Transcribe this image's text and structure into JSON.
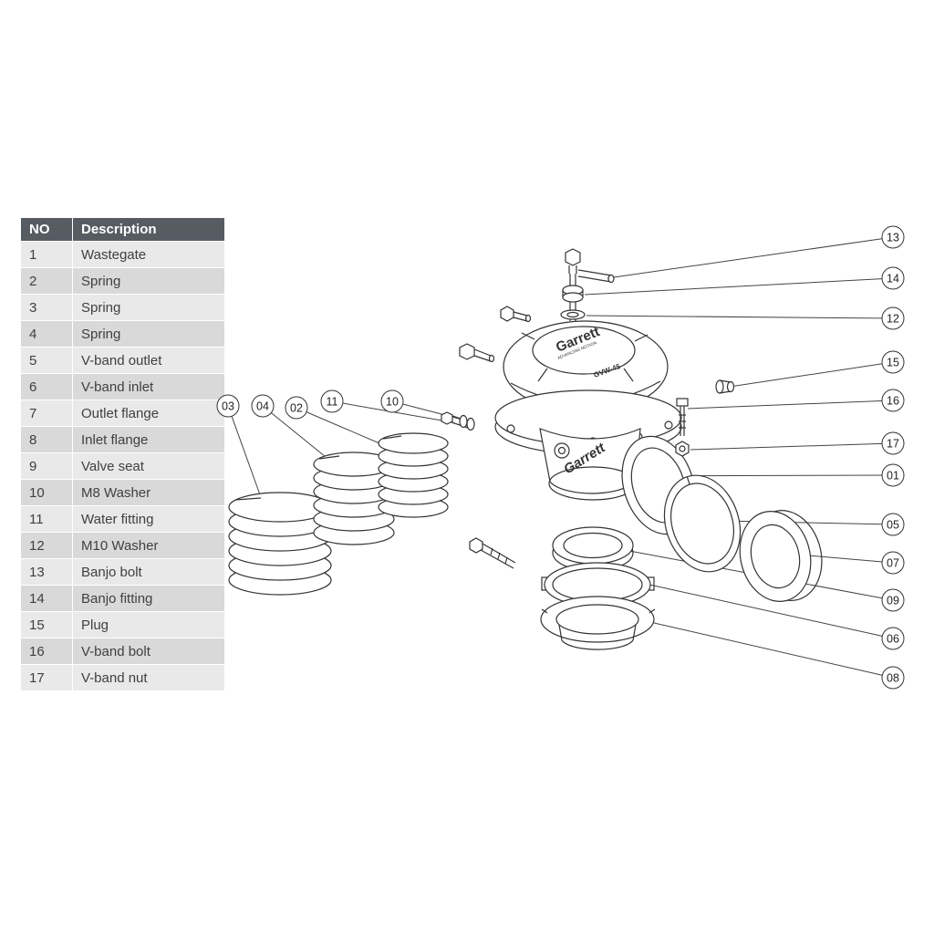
{
  "table": {
    "headers": [
      "NO",
      "Description"
    ],
    "rows": [
      {
        "no": "1",
        "desc": "Wastegate"
      },
      {
        "no": "2",
        "desc": "Spring"
      },
      {
        "no": "3",
        "desc": "Spring"
      },
      {
        "no": "4",
        "desc": "Spring"
      },
      {
        "no": "5",
        "desc": "V-band outlet"
      },
      {
        "no": "6",
        "desc": "V-band inlet"
      },
      {
        "no": "7",
        "desc": "Outlet flange"
      },
      {
        "no": "8",
        "desc": "Inlet flange"
      },
      {
        "no": "9",
        "desc": "Valve seat"
      },
      {
        "no": "10",
        "desc": "M8 Washer"
      },
      {
        "no": "11",
        "desc": "Water fitting"
      },
      {
        "no": "12",
        "desc": "M10 Washer"
      },
      {
        "no": "13",
        "desc": "Banjo bolt"
      },
      {
        "no": "14",
        "desc": "Banjo fitting"
      },
      {
        "no": "15",
        "desc": "Plug"
      },
      {
        "no": "16",
        "desc": "V-band bolt"
      },
      {
        "no": "17",
        "desc": "V-band nut"
      }
    ]
  },
  "callouts": {
    "01": "01",
    "02": "02",
    "03": "03",
    "04": "04",
    "05": "05",
    "06": "06",
    "07": "07",
    "08": "08",
    "09": "09",
    "10": "10",
    "11": "11",
    "12": "12",
    "13": "13",
    "14": "14",
    "15": "15",
    "16": "16",
    "17": "17"
  },
  "drawing": {
    "brand_cap": "Garrett",
    "tagline": "ADVANCING MOTION",
    "model": "GVW-45",
    "brand_body": "Garrett"
  },
  "colors": {
    "line": "#333333",
    "table_header_bg": "#575c63",
    "row_light": "#e9e9e9",
    "row_dark": "#d9d9d9"
  }
}
